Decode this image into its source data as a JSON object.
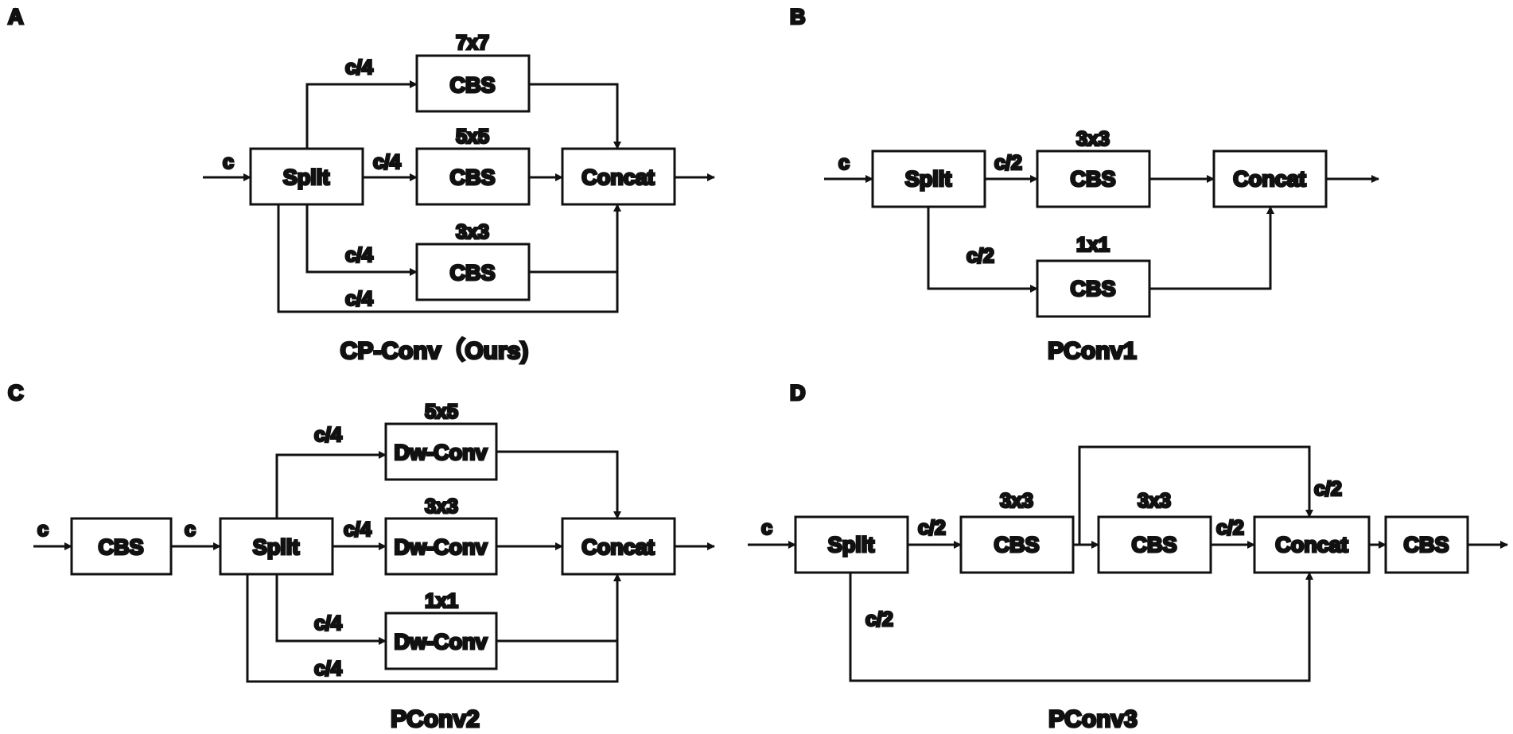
{
  "panels": {
    "a": {
      "letter": "A",
      "caption": "CP-Conv（Ours)",
      "input_label": "c",
      "nodes": {
        "split": "Split",
        "cbs_top": "CBS",
        "cbs_mid": "CBS",
        "cbs_bottom": "CBS",
        "concat": "Concat"
      },
      "kernels": {
        "top": "7x7",
        "mid": "5x5",
        "bottom": "3x3"
      },
      "edges": {
        "top": "c/4",
        "mid": "c/4",
        "bottom": "c/4",
        "bypass": "c/4"
      }
    },
    "b": {
      "letter": "B",
      "caption": "PConv1",
      "input_label": "c",
      "nodes": {
        "split": "Split",
        "cbs_top": "CBS",
        "cbs_bottom": "CBS",
        "concat": "Concat"
      },
      "kernels": {
        "top": "3x3",
        "bottom": "1x1"
      },
      "edges": {
        "top": "c/2",
        "bottom": "c/2"
      }
    },
    "c": {
      "letter": "C",
      "caption": "PConv2",
      "input_label": "c",
      "pre_label": "c",
      "nodes": {
        "cbs_pre": "CBS",
        "split": "Split",
        "dw_top": "Dw-Conv",
        "dw_mid": "Dw-Conv",
        "dw_bottom": "Dw-Conv",
        "concat": "Concat"
      },
      "kernels": {
        "top": "5x5",
        "mid": "3x3",
        "bottom": "1x1"
      },
      "edges": {
        "top": "c/4",
        "mid": "c/4",
        "bottom": "c/4",
        "bypass": "c/4"
      }
    },
    "d": {
      "letter": "D",
      "caption": "PConv3",
      "input_label": "c",
      "nodes": {
        "split": "Split",
        "cbs_1": "CBS",
        "cbs_2": "CBS",
        "concat": "Concat",
        "cbs_out": "CBS"
      },
      "kernels": {
        "cbs_1": "3x3",
        "cbs_2": "3x3"
      },
      "edges": {
        "to_cbs1": "c/2",
        "to_concat": "c/2",
        "skip": "c/2",
        "bypass": "c/2"
      }
    }
  },
  "colors": {
    "stroke": "#111111",
    "background": "#ffffff"
  }
}
